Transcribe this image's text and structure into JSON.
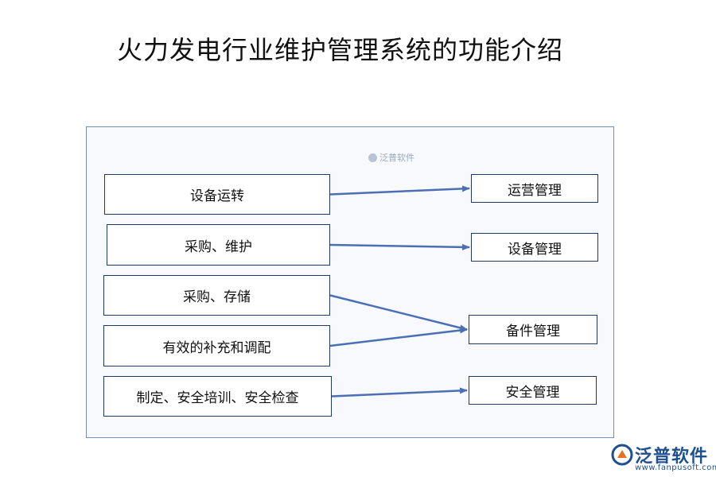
{
  "title": "火力发电行业维护管理系统的功能介绍",
  "watermark": "泛普软件",
  "left_nodes": [
    {
      "id": "l1",
      "label": "设备运转"
    },
    {
      "id": "l2",
      "label": "采购、维护"
    },
    {
      "id": "l3",
      "label": "采购、存储"
    },
    {
      "id": "l4",
      "label": "有效的补充和调配"
    },
    {
      "id": "l5",
      "label": "制定、安全培训、安全检查"
    }
  ],
  "right_nodes": [
    {
      "id": "r1",
      "label": "运营管理"
    },
    {
      "id": "r2",
      "label": "设备管理"
    },
    {
      "id": "r3",
      "label": "备件管理"
    },
    {
      "id": "r4",
      "label": "安全管理"
    }
  ],
  "edges": [
    {
      "from": "l1",
      "to": "r1"
    },
    {
      "from": "l2",
      "to": "r2"
    },
    {
      "from": "l3",
      "to": "r3"
    },
    {
      "from": "l4",
      "to": "r3"
    },
    {
      "from": "l5",
      "to": "r4"
    }
  ],
  "colors": {
    "arrow": "#4a6fb5",
    "border": "#1f3a5f",
    "logo": "#1e4f8f"
  },
  "logo": {
    "name": "泛普软件",
    "url": "www.fanpusoft.com"
  }
}
